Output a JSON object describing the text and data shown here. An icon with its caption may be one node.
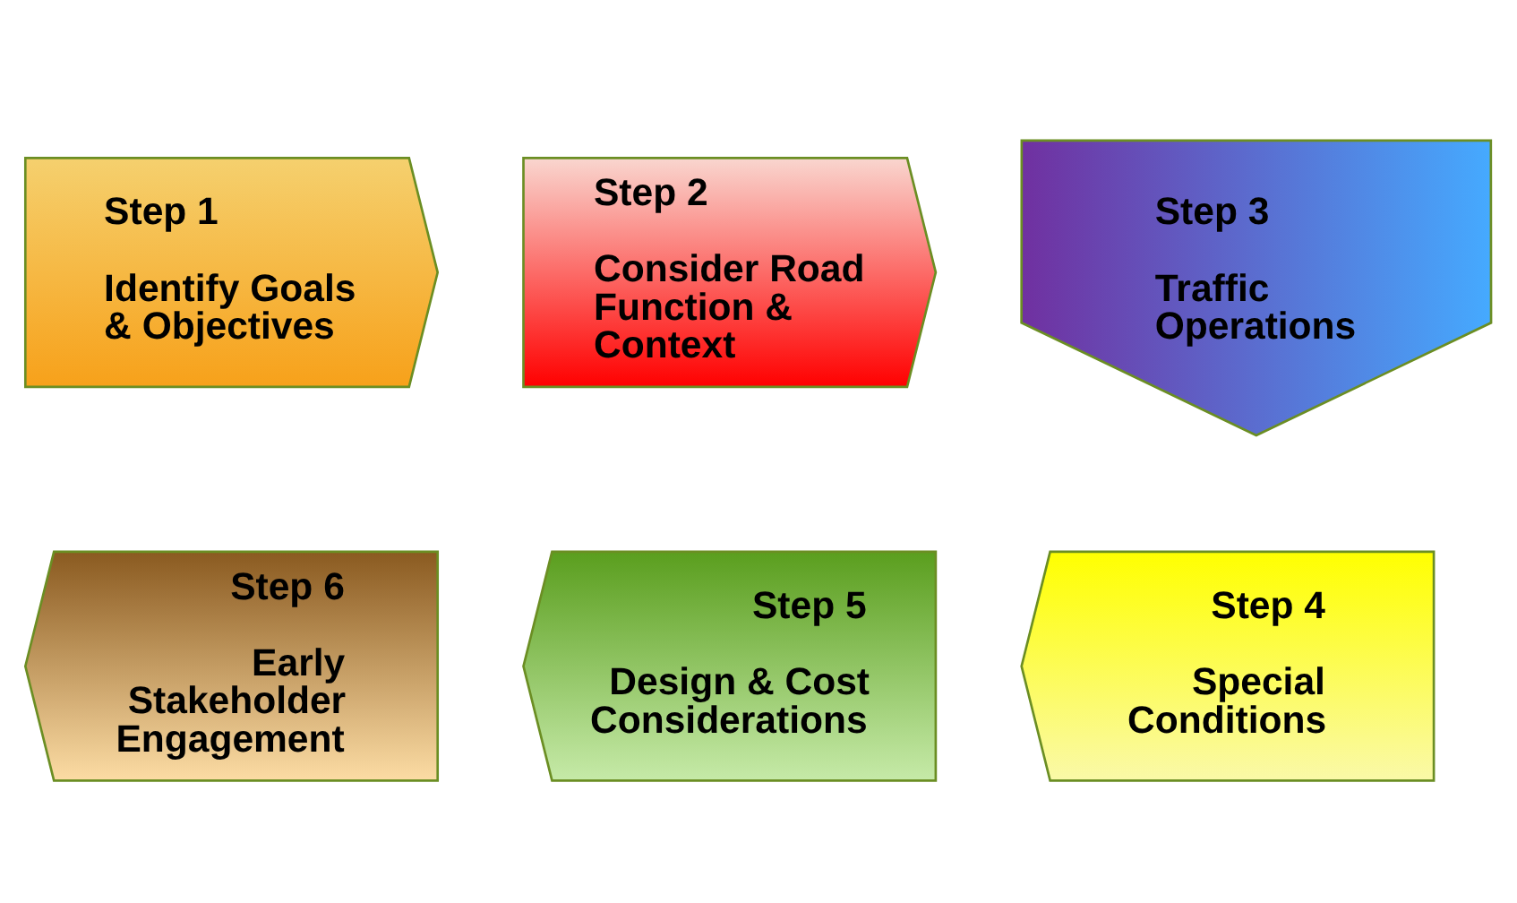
{
  "diagram": {
    "nodes": [
      {
        "text": [
          "Step 1",
          "Identify Goals & Objectives"
        ]
      },
      {
        "text": [
          "Step 2",
          "Consider Road Function & Context"
        ]
      },
      {
        "text": [
          "Step 3",
          "Traffic Operations"
        ]
      },
      {
        "text": [
          "Step 4",
          "Special Conditions"
        ]
      },
      {
        "text": [
          "Step 5",
          "Design & Cost Considerations"
        ]
      },
      {
        "text": [
          "Step 6",
          "Early Stakeholder Engagement"
        ]
      }
    ]
  }
}
